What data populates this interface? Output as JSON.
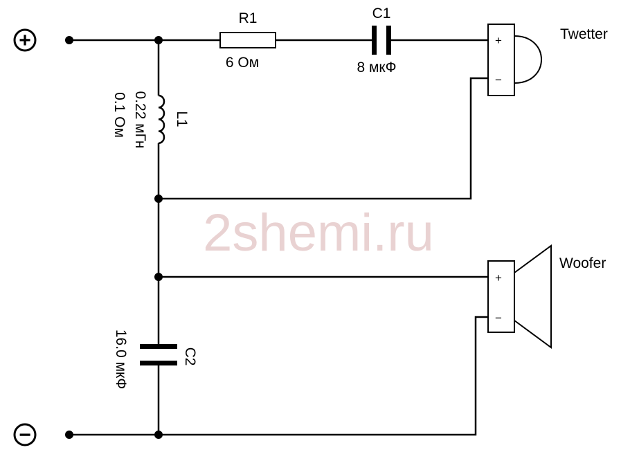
{
  "watermark": "2shemi.ru",
  "terminals": {
    "plus": "+",
    "minus": "−"
  },
  "r1": {
    "name": "R1",
    "value": "6 Ом"
  },
  "c1": {
    "name": "C1",
    "value": "8 мкФ"
  },
  "l1": {
    "name": "L1",
    "value1": "0.22 мГн",
    "value2": "0.1 Ом"
  },
  "c2": {
    "name": "C2",
    "value": "16.0 мкФ"
  },
  "tweeter": {
    "name": "Twetter",
    "plus": "+",
    "minus": "−"
  },
  "woofer": {
    "name": "Woofer",
    "plus": "+",
    "minus": "−"
  }
}
